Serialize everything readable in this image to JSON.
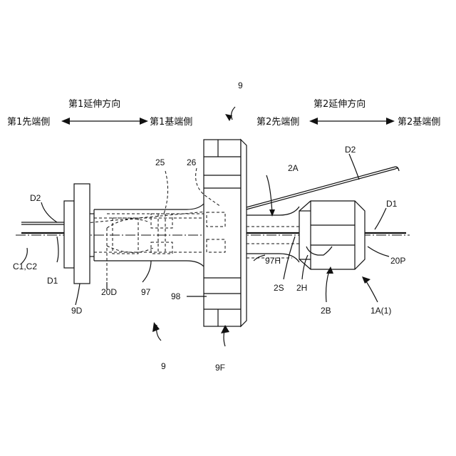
{
  "header": {
    "first_direction": "第1延伸方向",
    "first_distal_side": "第1先端側",
    "first_proximal_side": "第1基端側",
    "second_direction": "第2延伸方向",
    "second_distal_side": "第2先端側",
    "second_proximal_side": "第2基端側"
  },
  "labels": {
    "top_9": "9",
    "bottom_9": "9",
    "d2_left": "D2",
    "d2_right": "D2",
    "d1_left": "D1",
    "d1_right": "D1",
    "c1c2": "C1,C2",
    "l25": "25",
    "l26": "26",
    "l2a": "2A",
    "l97h": "97H",
    "l20p": "20P",
    "l2s": "2S",
    "l2h": "2H",
    "l2b": "2B",
    "l1a": "1A(1)",
    "l20d": "20D",
    "l97": "97",
    "l98": "98",
    "l9d": "9D",
    "l9f": "9F"
  }
}
